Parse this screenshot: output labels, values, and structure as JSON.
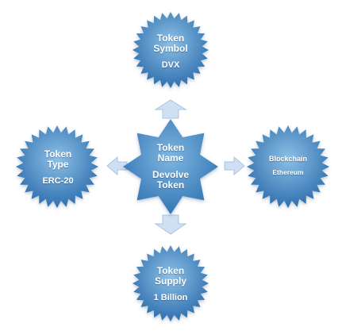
{
  "center": {
    "title_line1": "Token",
    "title_line2": "Name",
    "value_line1": "Devolve",
    "value_line2": "Token"
  },
  "top": {
    "title_line1": "Token",
    "title_line2": "Symbol",
    "value": "DVX"
  },
  "left": {
    "title_line1": "Token",
    "title_line2": "Type",
    "value": "ERC-20"
  },
  "right": {
    "title": "Blockchain",
    "value": "Ethereum"
  },
  "bottom": {
    "title_line1": "Token",
    "title_line2": "Supply",
    "value": "1 Billion"
  },
  "colors": {
    "burst_light": "#8cc0e6",
    "burst_dark": "#2f6fae",
    "arrow_fill": "#cfe0f2",
    "arrow_stroke": "#a9c4e2"
  }
}
